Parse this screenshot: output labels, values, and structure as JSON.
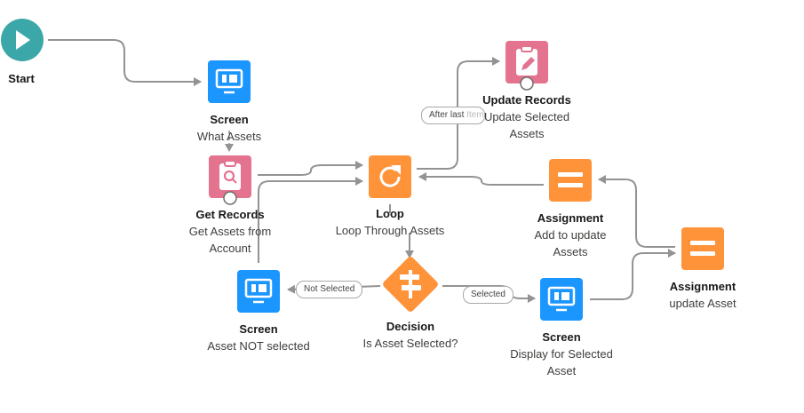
{
  "colors": {
    "screen": "#1b96ff",
    "records": "#e3738f",
    "logic": "#fe9339",
    "start": "#3ba7a8",
    "connector": "#939393"
  },
  "nodes": {
    "start": {
      "title": "Start",
      "icon": "play-icon"
    },
    "screen1": {
      "title": "Screen",
      "desc": "What Assets",
      "icon": "screen-icon"
    },
    "get_records": {
      "title": "Get Records",
      "desc_line1": "Get Assets from",
      "desc_line2": "Account",
      "icon": "record-lookup-icon"
    },
    "loop": {
      "title": "Loop",
      "desc": "Loop Through Assets",
      "icon": "loop-icon"
    },
    "update_records": {
      "title": "Update Records",
      "desc_line1": "Update Selected",
      "desc_line2": "Assets",
      "icon": "record-update-icon"
    },
    "assignment1": {
      "title": "Assignment",
      "desc_line1": "Add to update",
      "desc_line2": "Assets",
      "icon": "assignment-icon"
    },
    "assignment2": {
      "title": "Assignment",
      "desc": "update Asset",
      "icon": "assignment-icon"
    },
    "screen_not": {
      "title": "Screen",
      "desc": "Asset NOT selected",
      "icon": "screen-icon"
    },
    "decision": {
      "title": "Decision",
      "desc": "Is Asset Selected?",
      "icon": "decision-icon"
    },
    "screen_sel": {
      "title": "Screen",
      "desc_line1": "Display for Selected",
      "desc_line2": "Asset",
      "icon": "screen-icon"
    }
  },
  "connector_labels": {
    "after_last": "After last",
    "after_last_trail": "Item",
    "not_selected": "Not Selected",
    "selected": "Selected"
  }
}
